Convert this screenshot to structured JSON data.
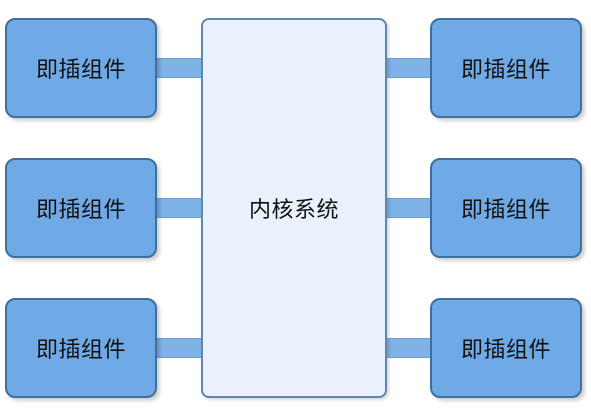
{
  "diagram": {
    "kernel": {
      "label": "内核系统"
    },
    "plugins": {
      "left": [
        {
          "label": "即插组件"
        },
        {
          "label": "即插组件"
        },
        {
          "label": "即插组件"
        }
      ],
      "right": [
        {
          "label": "即插组件"
        },
        {
          "label": "即插组件"
        },
        {
          "label": "即插组件"
        }
      ]
    },
    "colors": {
      "plugin_fill": "#6fa9e6",
      "plugin_border": "#3f6f9f",
      "kernel_fill": "#e9f2fc",
      "kernel_border": "#5f87b0",
      "connector_fill": "#7fb3e8"
    }
  }
}
